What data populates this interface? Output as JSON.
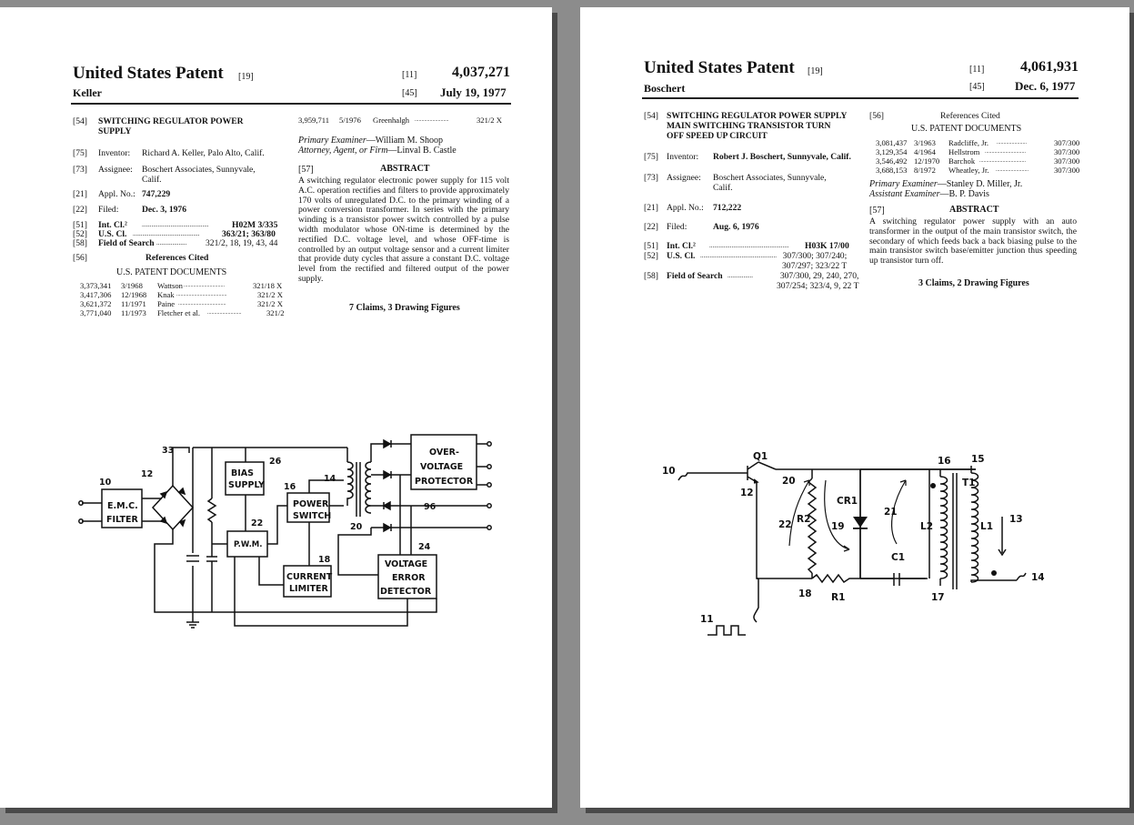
{
  "patent_a": {
    "title": "United States Patent",
    "title_tag": "[19]",
    "inventor_short": "Keller",
    "num_tag": "[11]",
    "number": "4,037,271",
    "date_tag": "[45]",
    "date": "July 19, 1977",
    "fields": [
      {
        "tag": "[54]",
        "key": "",
        "value": "SWITCHING REGULATOR POWER\nSUPPLY"
      },
      {
        "tag": "[75]",
        "key": "Inventor:",
        "value": "Richard A. Keller, Palo Alto, Calif."
      },
      {
        "tag": "[73]",
        "key": "Assignee:",
        "value": "Boschert Associates, Sunnyvale,\nCalif."
      },
      {
        "tag": "[21]",
        "key": "Appl. No.:",
        "value": "747,229"
      },
      {
        "tag": "[22]",
        "key": "Filed:",
        "value": "Dec. 3, 1976"
      }
    ],
    "classes": [
      {
        "tag": "[51]",
        "key": "Int. Cl.²",
        "dots": "..........................................",
        "value": "H02M 3/335"
      },
      {
        "tag": "[52]",
        "key": "U.S. Cl.",
        "dots": "..........................................",
        "value": "363/21; 363/80"
      },
      {
        "tag": "[58]",
        "key": "Field of Search",
        "dots": "...................",
        "value": "321/2, 18, 19, 43, 44"
      }
    ],
    "refs_tag": "[56]",
    "refs_title": "References Cited",
    "refs_subtitle": "U.S. PATENT DOCUMENTS",
    "refs": [
      {
        "num": "3,373,341",
        "date": "3/1968",
        "name": "Wattson",
        "dots": "..............................",
        "cls": "321/18 X"
      },
      {
        "num": "3,417,306",
        "date": "12/1968",
        "name": "Knak",
        "dots": ".....................................",
        "cls": "321/2 X"
      },
      {
        "num": "3,621,372",
        "date": "11/1971",
        "name": "Paine",
        "dots": "...................................",
        "cls": "321/2 X"
      },
      {
        "num": "3,771,040",
        "date": "11/1973",
        "name": "Fletcher et al.",
        "dots": ".........................",
        "cls": "321/2"
      },
      {
        "num": "3,959,711",
        "date": "5/1976",
        "name": "Greenhalgh",
        "dots": ".........................",
        "cls": "321/2 X"
      }
    ],
    "examiner_label": "Primary Examiner",
    "examiner": "—William M. Shoop",
    "attorney_label": "Attorney, Agent, or Firm",
    "attorney": "—Linval B. Castle",
    "abstract_tag": "[57]",
    "abstract_title": "ABSTRACT",
    "abstract": "A switching regulator electronic power supply for 115 volt A.C. operation rectifies and filters to provide approximately 170 volts of unregulated D.C. to the primary winding of a power conversion transformer. In series with the primary winding is a transistor power switch controlled by a pulse width modulator whose ON-time is determined by the rectified D.C. voltage level, and whose OFF-time is controlled by an output voltage sensor and a current limiter that provide duty cycles that assure a constant D.C. voltage level from the rectified and filtered output of the power supply.",
    "claims": "7 Claims, 3 Drawing Figures",
    "diagram_labels": {
      "emc1": "E.M.C.",
      "emc2": "FILTER",
      "bias1": "BIAS",
      "bias2": "SUPPLY",
      "pwm": "P.W.M.",
      "psw1": "POWER",
      "psw2": "SWITCH",
      "cl1": "CURRENT",
      "cl2": "LIMITER",
      "ov1": "OVER-",
      "ov2": "VOLTAGE",
      "ov3": "PROTECTOR",
      "ve1": "VOLTAGE",
      "ve2": "ERROR",
      "ve3": "DETECTOR",
      "n10": "10",
      "n12": "12",
      "n33": "33",
      "n26": "26",
      "n16": "16",
      "n22": "22",
      "n18": "18",
      "n14": "14",
      "n20": "20",
      "n96": "96",
      "n24": "24"
    }
  },
  "patent_b": {
    "title": "United States Patent",
    "title_tag": "[19]",
    "inventor_short": "Boschert",
    "num_tag": "[11]",
    "number": "4,061,931",
    "date_tag": "[45]",
    "date": "Dec. 6, 1977",
    "fields": [
      {
        "tag": "[54]",
        "key": "",
        "value": "SWITCHING REGULATOR POWER SUPPLY\nMAIN SWITCHING TRANSISTOR TURN\nOFF SPEED UP CIRCUIT"
      },
      {
        "tag": "[75]",
        "key": "Inventor:",
        "value": "Robert J. Boschert, Sunnyvale, Calif."
      },
      {
        "tag": "[73]",
        "key": "Assignee:",
        "value": "Boschert Associates, Sunnyvale,\nCalif."
      },
      {
        "tag": "[21]",
        "key": "Appl. No.:",
        "value": "712,222"
      },
      {
        "tag": "[22]",
        "key": "Filed:",
        "value": "Aug. 6, 1976"
      }
    ],
    "classes": [
      {
        "tag": "[51]",
        "key": "Int. Cl.²",
        "dots": "..................................................",
        "value": "H03K 17/00"
      },
      {
        "tag": "[52]",
        "key": "U.S. Cl.",
        "dots": "................................................",
        "value": "307/300; 307/240;\n307/297; 323/22 T"
      },
      {
        "tag": "[58]",
        "key": "Field of Search",
        "dots": "................",
        "value": "307/300, 29, 240, 270,\n307/254; 323/4, 9, 22 T"
      }
    ],
    "refs_tag": "[56]",
    "refs_title": "References Cited",
    "refs_subtitle": "U.S. PATENT DOCUMENTS",
    "refs": [
      {
        "num": "3,081,437",
        "date": "3/1963",
        "name": "Radcliffe, Jr.",
        "dots": "......................",
        "cls": "307/300"
      },
      {
        "num": "3,129,354",
        "date": "4/1964",
        "name": "Hellstrom",
        "dots": "..............................",
        "cls": "307/300"
      },
      {
        "num": "3,546,492",
        "date": "12/1970",
        "name": "Barchok",
        "dots": "..................................",
        "cls": "307/300"
      },
      {
        "num": "3,688,153",
        "date": "8/1972",
        "name": "Wheatley, Jr.",
        "dots": "........................",
        "cls": "307/300"
      }
    ],
    "examiner_label": "Primary Examiner",
    "examiner": "—Stanley D. Miller, Jr.",
    "assistant_label": "Assistant Examiner",
    "assistant": "—B. P. Davis",
    "abstract_tag": "[57]",
    "abstract_title": "ABSTRACT",
    "abstract": "A switching regulator power supply with an auto transformer in the output of the main transistor switch, the secondary of which feeds back a back biasing pulse to the main transistor switch base/emitter junction thus speeding up transistor turn off.",
    "claims": "3 Claims, 2 Drawing Figures",
    "diagram_labels": {
      "n10": "10",
      "q1": "Q1",
      "n12": "12",
      "n20": "20",
      "n22": "22",
      "r2": "R2",
      "n19": "19",
      "cr1": "CR1",
      "n21": "21",
      "n16": "16",
      "n15": "15",
      "t1": "T1",
      "l2": "L2",
      "l1": "L1",
      "n13": "13",
      "c1": "C1",
      "n18": "18",
      "r1": "R1",
      "n17": "17",
      "n14": "14",
      "n11": "11"
    }
  }
}
